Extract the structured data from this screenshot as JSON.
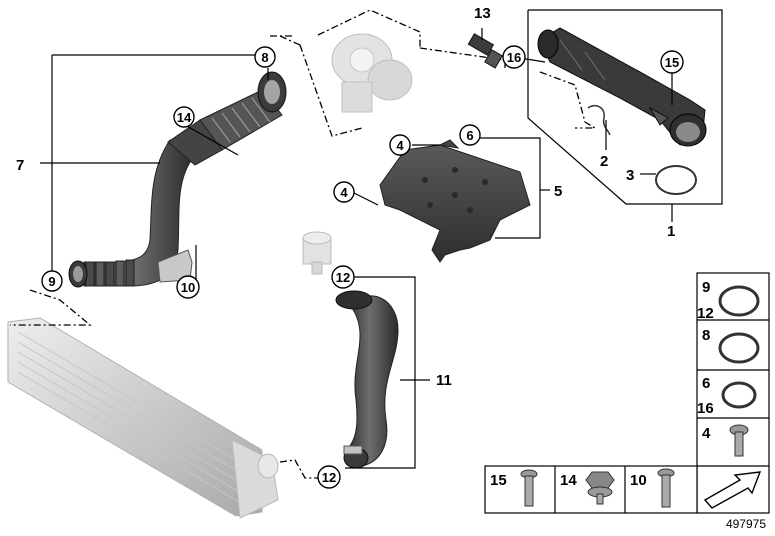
{
  "diagram_id": "497975",
  "callouts": {
    "c1": "1",
    "c2": "2",
    "c3": "3",
    "c4a": "4",
    "c4b": "4",
    "c5": "5",
    "c6": "6",
    "c7": "7",
    "c8": "8",
    "c9": "9",
    "c10": "10",
    "c11": "11",
    "c12a": "12",
    "c12b": "12",
    "c13": "13",
    "c14": "14",
    "c15": "15",
    "c16": "16"
  },
  "legend": {
    "r1_top": "9",
    "r1_bot": "12",
    "r2": "8",
    "r3_top": "6",
    "r3_bot": "16",
    "r4": "4",
    "b15": "15",
    "b14": "14",
    "b10": "10"
  },
  "colors": {
    "part_dark": "#3c3c3c",
    "part_mid": "#5a5a5a",
    "part_light": "#b9b9b9",
    "line": "#000000"
  }
}
